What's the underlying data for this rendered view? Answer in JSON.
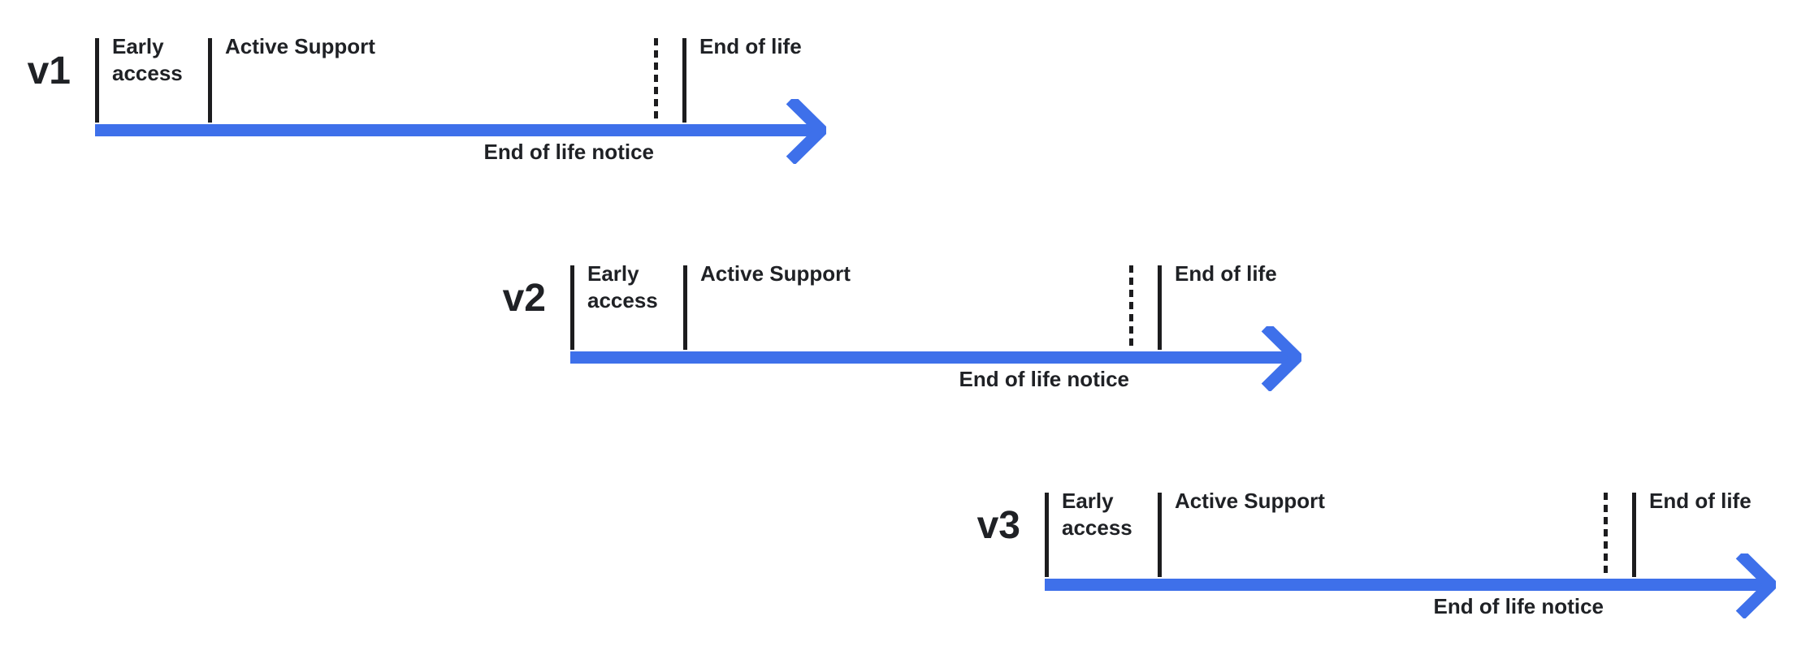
{
  "colors": {
    "arrow_blue": "#3e70ea",
    "text_dark": "#1f2125",
    "tick_black": "#1c1c1e"
  },
  "timelines": [
    {
      "version": "v1",
      "early_access": "Early access",
      "active_support": "Active Support",
      "end_of_life": "End of life",
      "end_of_life_notice": "End of life notice"
    },
    {
      "version": "v2",
      "early_access": "Early access",
      "active_support": "Active Support",
      "end_of_life": "End of life",
      "end_of_life_notice": "End of life notice"
    },
    {
      "version": "v3",
      "early_access": "Early access",
      "active_support": "Active Support",
      "end_of_life": "End of life",
      "end_of_life_notice": "End of life notice"
    }
  ]
}
